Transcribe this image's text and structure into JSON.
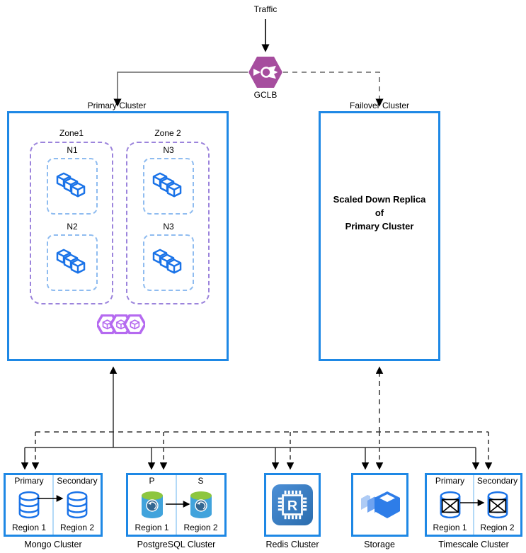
{
  "traffic_label": "Traffic",
  "gclb": {
    "label": "GCLB"
  },
  "primary_cluster": {
    "label": "Primary Cluster",
    "zones": [
      {
        "label": "Zone1",
        "nodes": [
          {
            "label": "N1"
          },
          {
            "label": "N2"
          }
        ]
      },
      {
        "label": "Zone 2",
        "nodes": [
          {
            "label": "N3"
          },
          {
            "label": "N3"
          }
        ]
      }
    ]
  },
  "failover_cluster": {
    "label": "Failover Cluster",
    "line1": "Scaled Down Replica",
    "line2": "of",
    "line3": "Primary Cluster"
  },
  "mongo_cluster": {
    "title": "Mongo Cluster",
    "primary_label": "Primary",
    "secondary_label": "Secondary",
    "region1": "Region 1",
    "region2": "Region 2"
  },
  "postgresql_cluster": {
    "title": "PostgreSQL Cluster",
    "primary_label": "P",
    "secondary_label": "S",
    "region1": "Region 1",
    "region2": "Region 2"
  },
  "redis_cluster": {
    "title": "Redis Cluster",
    "icon_letter": "R"
  },
  "storage": {
    "title": "Storage"
  },
  "timescale_cluster": {
    "title": "Timescale Cluster",
    "primary_label": "Primary",
    "secondary_label": "Secondary",
    "region1": "Region 1",
    "region2": "Region 2"
  },
  "icons": {
    "gclb": "load-balancer-hexagon",
    "primary_nodes": "three-pods-cubes",
    "primary_footer": "workloads-hexagon-cubes",
    "mongo": "database-cylinder",
    "postgresql": "postgres-elephant-cylinder",
    "redis": "memory-chip-R",
    "storage": "stacked-3d-boxes",
    "timescale": "crossed-out-database-cylinder"
  },
  "colors": {
    "cluster_border": "#1E88E5",
    "zone_border": "#9C84DC",
    "node_border": "#8FBCF0",
    "pod_blue": "#1A73E8",
    "workloads_purple": "#B56AF0",
    "gclb_purple": "#A64D9E",
    "postgres_green": "#8DC63F",
    "postgres_blue": "#41A3DC",
    "redis_blue": "#2F74B8",
    "storage_blue": "#2E7DE8",
    "divider_blue": "#B3D9F7",
    "connector_dark": "#3B3B3B",
    "connector_grey": "#666666"
  }
}
